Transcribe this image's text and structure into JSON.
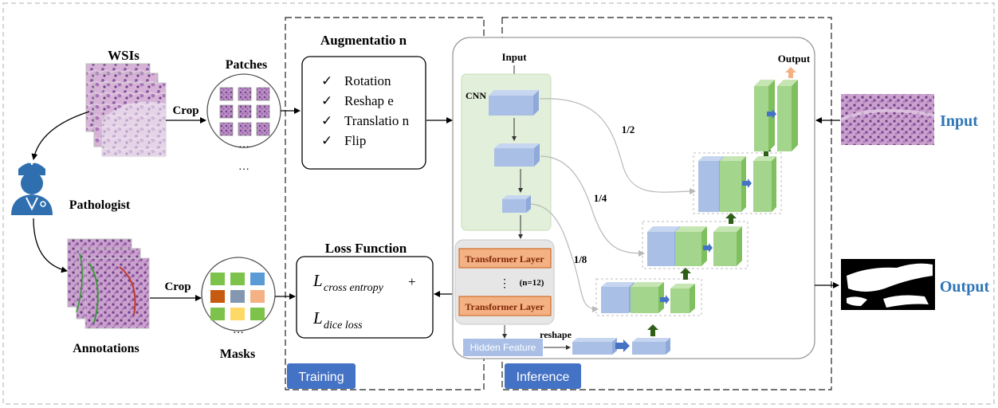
{
  "left": {
    "wsis_label": "WSIs",
    "patches_label": "Patches",
    "crop_top": "Crop",
    "crop_bottom": "Crop",
    "pathologist_label": "Pathologist",
    "annotations_label": "Annotations",
    "masks_label": "Masks",
    "ellipsis": "…"
  },
  "augmentation": {
    "title": "Augmentatio n",
    "items": [
      "Rotation",
      "Reshap e",
      "Translatio n",
      "Flip"
    ],
    "check": "✓"
  },
  "loss": {
    "title": "Loss Function",
    "l_cross": "L",
    "sub_cross": "cross entropy",
    "plus": "+",
    "l_dice": "L",
    "sub_dice": "dice loss"
  },
  "training_label": "Training",
  "inference_label": "Inference",
  "network": {
    "input_label": "Input",
    "output_label": "Output",
    "cnn_label": "CNN",
    "transformer_top": "Transformer Layer",
    "transformer_bottom": "Transformer Layer",
    "n_label": "(n=12)",
    "dots": "⋮",
    "hidden_feature": "Hidden Feature",
    "reshape": "reshape",
    "scale_half": "1/2",
    "scale_quarter": "1/4",
    "scale_eighth": "1/8"
  },
  "right": {
    "input_label": "Input",
    "output_label": "Output"
  },
  "colors": {
    "blue_block": "#a9bfe6",
    "green_block": "#a4d58c",
    "transformer": "#f4b183",
    "badge": "#4472c4",
    "accent_text": "#2e75b6",
    "cnn_bg": "#e2efda",
    "skip_arrow": "#b8b8b8",
    "up_arrow": "#2f5f16",
    "side_arrow": "#4472c4"
  }
}
